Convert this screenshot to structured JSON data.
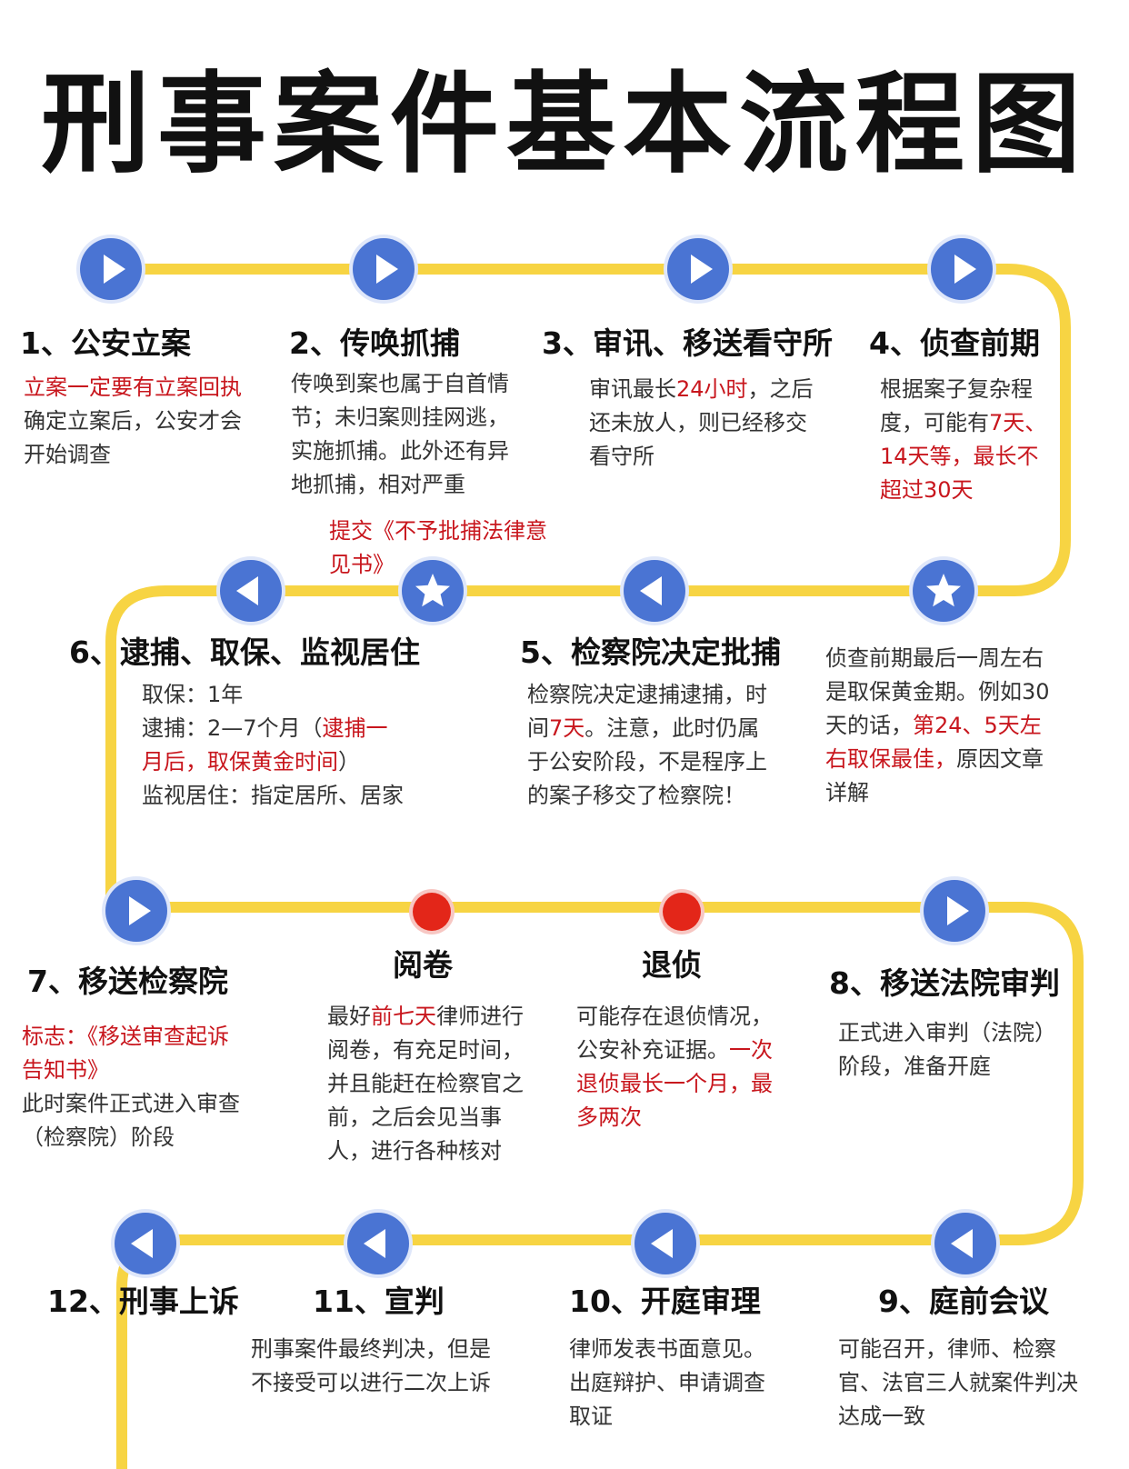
{
  "title": "刑事案件基本流程图",
  "colors": {
    "track": "#f7d443",
    "node": "#4a74d3",
    "dot": "#e32619",
    "highlight": "#c8161d"
  },
  "steps": [
    {
      "id": "s1",
      "title": "1、公安立案",
      "lines": [
        {
          "parts": [
            {
              "t": "立案一定要有立案回执",
              "red": true
            }
          ]
        },
        {
          "parts": [
            {
              "t": "确定立案后，公安才会"
            }
          ]
        },
        {
          "parts": [
            {
              "t": "开始调查"
            }
          ]
        }
      ]
    },
    {
      "id": "s2",
      "title": "2、传唤抓捕",
      "lines": [
        {
          "parts": [
            {
              "t": "传唤到案也属于自首情"
            }
          ]
        },
        {
          "parts": [
            {
              "t": "节；未归案则挂网逃，"
            }
          ]
        },
        {
          "parts": [
            {
              "t": "实施抓捕。此外还有异"
            }
          ]
        },
        {
          "parts": [
            {
              "t": "地抓捕，相对严重"
            }
          ]
        }
      ]
    },
    {
      "id": "s3",
      "title": "3、审讯、移送看守所",
      "lines": [
        {
          "parts": [
            {
              "t": "审讯最长"
            },
            {
              "t": "24小时",
              "red": true
            },
            {
              "t": "，之后"
            }
          ]
        },
        {
          "parts": [
            {
              "t": "还未放人，则已经移交"
            }
          ]
        },
        {
          "parts": [
            {
              "t": "看守所"
            }
          ]
        }
      ]
    },
    {
      "id": "s4",
      "title": "4、侦查前期",
      "lines": [
        {
          "parts": [
            {
              "t": "根据案子复杂程"
            }
          ]
        },
        {
          "parts": [
            {
              "t": "度，可能有"
            },
            {
              "t": "7天、",
              "red": true
            }
          ]
        },
        {
          "parts": [
            {
              "t": "14天等，最长不",
              "red": true
            }
          ]
        },
        {
          "parts": [
            {
              "t": "超过30天",
              "red": true
            }
          ]
        }
      ]
    },
    {
      "id": "note-bail",
      "title": "",
      "lines": [
        {
          "parts": [
            {
              "t": "提交《不予批捕法律意",
              "red": true
            }
          ]
        },
        {
          "parts": [
            {
              "t": "见书》",
              "red": true
            }
          ]
        }
      ]
    },
    {
      "id": "s6",
      "title": "6、逮捕、取保、监视居住",
      "lines": [
        {
          "parts": [
            {
              "t": "取保：1年"
            }
          ]
        },
        {
          "parts": [
            {
              "t": "逮捕：2—7个月（"
            },
            {
              "t": "逮捕一",
              "red": true
            }
          ]
        },
        {
          "parts": [
            {
              "t": "月后，取保黄金时间",
              "red": true
            },
            {
              "t": "）"
            }
          ]
        },
        {
          "parts": [
            {
              "t": "监视居住：指定居所、居家"
            }
          ]
        }
      ]
    },
    {
      "id": "s5",
      "title": "5、检察院决定批捕",
      "lines": [
        {
          "parts": [
            {
              "t": "检察院决定逮捕逮捕，时"
            }
          ]
        },
        {
          "parts": [
            {
              "t": "间"
            },
            {
              "t": "7天",
              "red": true
            },
            {
              "t": "。注意，此时仍属"
            }
          ]
        },
        {
          "parts": [
            {
              "t": "于公安阶段，不是程序上"
            }
          ]
        },
        {
          "parts": [
            {
              "t": "的案子移交了检察院！"
            }
          ]
        }
      ]
    },
    {
      "id": "note-golden",
      "title": "",
      "lines": [
        {
          "parts": [
            {
              "t": "侦查前期最后一周左右"
            }
          ]
        },
        {
          "parts": [
            {
              "t": "是取保黄金期。例如30"
            }
          ]
        },
        {
          "parts": [
            {
              "t": "天的话，"
            },
            {
              "t": "第24、5天左",
              "red": true
            }
          ]
        },
        {
          "parts": [
            {
              "t": "右取保最佳，",
              "red": true
            },
            {
              "t": "原因文章"
            }
          ]
        },
        {
          "parts": [
            {
              "t": "详解"
            }
          ]
        }
      ]
    },
    {
      "id": "s7",
      "title": "7、移送检察院",
      "lines": [
        {
          "parts": [
            {
              "t": "标志：《移送审查起诉",
              "red": true
            }
          ]
        },
        {
          "parts": [
            {
              "t": "告知书》",
              "red": true
            }
          ]
        },
        {
          "parts": [
            {
              "t": "此时案件正式进入审查"
            }
          ]
        },
        {
          "parts": [
            {
              "t": "（检察院）阶段"
            }
          ]
        }
      ]
    },
    {
      "id": "review",
      "title": "阅卷",
      "lines": [
        {
          "parts": [
            {
              "t": "最好"
            },
            {
              "t": "前七天",
              "red": true
            },
            {
              "t": "律师进行"
            }
          ]
        },
        {
          "parts": [
            {
              "t": "阅卷，有充足时间，"
            }
          ]
        },
        {
          "parts": [
            {
              "t": "并且能赶在检察官之"
            }
          ]
        },
        {
          "parts": [
            {
              "t": "前，之后会见当事"
            }
          ]
        },
        {
          "parts": [
            {
              "t": "人，进行各种核对"
            }
          ]
        }
      ]
    },
    {
      "id": "return",
      "title": "退侦",
      "lines": [
        {
          "parts": [
            {
              "t": "可能存在退侦情况，"
            }
          ]
        },
        {
          "parts": [
            {
              "t": "公安补充证据。"
            },
            {
              "t": "一次",
              "red": true
            }
          ]
        },
        {
          "parts": [
            {
              "t": "退侦最长一个月，最",
              "red": true
            }
          ]
        },
        {
          "parts": [
            {
              "t": "多两次",
              "red": true
            }
          ]
        }
      ]
    },
    {
      "id": "s8",
      "title": "8、移送法院审判",
      "lines": [
        {
          "parts": [
            {
              "t": "正式进入审判（法院）"
            }
          ]
        },
        {
          "parts": [
            {
              "t": "阶段，准备开庭"
            }
          ]
        }
      ]
    },
    {
      "id": "s12",
      "title": "12、刑事上诉",
      "lines": []
    },
    {
      "id": "s11",
      "title": "11、宣判",
      "lines": [
        {
          "parts": [
            {
              "t": "刑事案件最终判决，但是"
            }
          ]
        },
        {
          "parts": [
            {
              "t": "不接受可以进行二次上诉"
            }
          ]
        }
      ]
    },
    {
      "id": "s10",
      "title": "10、开庭审理",
      "lines": [
        {
          "parts": [
            {
              "t": "律师发表书面意见。"
            }
          ]
        },
        {
          "parts": [
            {
              "t": "出庭辩护、申请调查"
            }
          ]
        },
        {
          "parts": [
            {
              "t": "取证"
            }
          ]
        }
      ]
    },
    {
      "id": "s9",
      "title": "9、庭前会议",
      "lines": [
        {
          "parts": [
            {
              "t": "可能召开，律师、检察"
            }
          ]
        },
        {
          "parts": [
            {
              "t": "官、法官三人就案件判决"
            }
          ]
        },
        {
          "parts": [
            {
              "t": "达成一致"
            }
          ]
        }
      ]
    }
  ],
  "nodes": [
    {
      "id": "n1",
      "type": "play-right"
    },
    {
      "id": "n2",
      "type": "play-right"
    },
    {
      "id": "n3",
      "type": "play-right"
    },
    {
      "id": "n4",
      "type": "play-right"
    },
    {
      "id": "n6",
      "type": "play-left"
    },
    {
      "id": "n-star-a",
      "type": "star"
    },
    {
      "id": "n5",
      "type": "play-left"
    },
    {
      "id": "n-star-b",
      "type": "star"
    },
    {
      "id": "n7",
      "type": "play-right"
    },
    {
      "id": "n-review",
      "type": "dot"
    },
    {
      "id": "n-return",
      "type": "dot"
    },
    {
      "id": "n8",
      "type": "play-right"
    },
    {
      "id": "n12",
      "type": "play-left"
    },
    {
      "id": "n11",
      "type": "play-left"
    },
    {
      "id": "n10",
      "type": "play-left"
    },
    {
      "id": "n9",
      "type": "play-left"
    }
  ]
}
